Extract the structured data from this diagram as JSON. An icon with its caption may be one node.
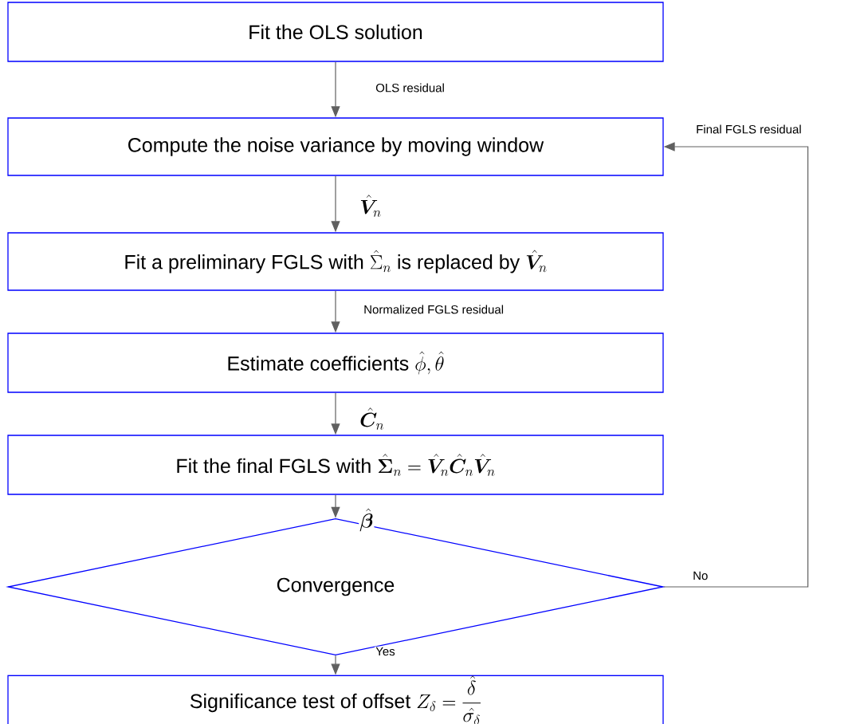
{
  "diagram": {
    "nodes": [
      {
        "text": [
          "Fit the OLS solution"
        ]
      },
      {
        "text": [
          "Compute the noise variance by moving window"
        ]
      },
      {
        "text": [
          "Fit a preliminary FGLS with",
          "\\hat{\\Sigma}_n",
          "is replaced by",
          "\\hat{\\bm{V}}_n"
        ]
      },
      {
        "text": [
          "Estimate coefficients",
          "\\hat{\\phi}, \\hat{\\theta}"
        ]
      },
      {
        "text": [
          "Fit the final FGLS with",
          "\\hat{\\bm{\\Sigma}}_n = \\hat{\\bm{V}}_n\\hat{\\bm{C}}_n\\hat{\\bm{V}}_n"
        ]
      },
      {
        "text": [
          "Convergence"
        ]
      },
      {
        "text": [
          "Significance test of offset",
          "Z_\\delta = \\frac{\\hat{\\delta}}{\\hat{\\sigma_\\delta}}"
        ]
      }
    ],
    "edges": [
      {
        "from": 0,
        "to": 1,
        "arrow": "to",
        "label": "OLS residual"
      },
      {
        "from": 1,
        "to": 2,
        "arrow": "to",
        "label": "\\hat{\\bm{V}}_n"
      },
      {
        "from": 2,
        "to": 3,
        "arrow": "to",
        "label": "Normalized  FGLS residual"
      },
      {
        "from": 3,
        "to": 4,
        "arrow": "to",
        "label": "\\hat{\\bm{C}}_n"
      },
      {
        "from": 4,
        "to": 5,
        "arrow": "to",
        "label": "\\hat{\\bm{\\beta}}"
      },
      {
        "from": 5,
        "to": 6,
        "arrow": "to",
        "label": "Yes"
      },
      {
        "from": 5,
        "to": 1,
        "arrow": "to",
        "label": "No"
      }
    ],
    "labels": [
      "Final FGLS residual"
    ]
  }
}
